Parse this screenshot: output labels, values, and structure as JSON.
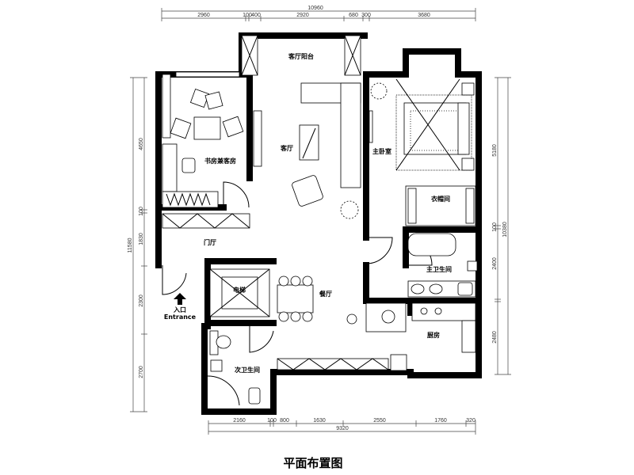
{
  "title": "平面布置图",
  "dimensions": {
    "top_total": "10960",
    "top": [
      "2960",
      "100",
      "400",
      "2920",
      "680",
      "300",
      "3680"
    ],
    "bottom": [
      "2160",
      "100",
      "800",
      "1630",
      "2550",
      "1760",
      "320"
    ],
    "bottom_total": "9320",
    "left": [
      "4650",
      "100",
      "1830",
      "2300",
      "2700"
    ],
    "left_total": "11580",
    "right": [
      "5180",
      "100",
      "2400",
      "2480"
    ],
    "right_total": "10380"
  },
  "rooms": {
    "balcony": "客厅阳台",
    "study": "书房兼客房",
    "living": "客厅",
    "master_bedroom": "主卧室",
    "closet": "衣帽间",
    "foyer": "门厅",
    "master_bath": "主卫生间",
    "elevator": "电梯",
    "dining": "餐厅",
    "kitchen": "厨房",
    "second_bath": "次卫生间"
  },
  "entrance": {
    "cn": "入口",
    "en": "Entrance"
  }
}
